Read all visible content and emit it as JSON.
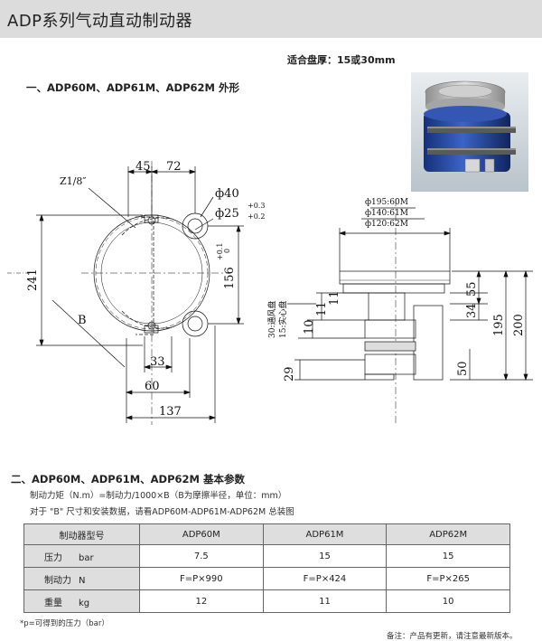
{
  "header": {
    "title": "ADP系列气动直动制动器"
  },
  "disc_thickness": "适合盘厚：15或30mm",
  "section1_title": "一、ADP60M、ADP61M、ADP62M 外形",
  "drawing_labels": {
    "d45": "45",
    "d72": "72",
    "z": "Z1/8″",
    "phi40": "ф40",
    "phi25": "ф25",
    "tol_up": "+0.3",
    "tol_dn": "+0.2",
    "d156": "156",
    "tol156_up": "+0.1",
    "tol156_dn": "0",
    "d241": "241",
    "b": "B",
    "d33": "33",
    "d60": "60",
    "d137": "137",
    "phi195": "ф195:60M",
    "phi140": "ф140:61M",
    "phi120": "ф120:62M",
    "d30": "30:通风盘",
    "d15": "15:实心盘",
    "d11": "11",
    "d10": "10",
    "d29": "29",
    "d55": "55",
    "d34": "34",
    "d195": "195",
    "d200": "200",
    "d50": "50"
  },
  "section2_title": "二、ADP60M、ADP61M、ADP62M 基本参数",
  "notes": [
    "制动力矩（N.m）=制动力/1000×B（B为摩擦半径，单位：mm）",
    "对于 \"B\" 尺寸和安装数据，请看ADP60M-ADP61M-ADP62M 总装图"
  ],
  "table": {
    "headers": [
      "制动器型号",
      "ADP60M",
      "ADP61M",
      "ADP62M"
    ],
    "rows": [
      {
        "label": "压力",
        "unit": "bar",
        "values": [
          "7.5",
          "15",
          "15"
        ]
      },
      {
        "label": "制动力",
        "unit": "N",
        "values": [
          "F=P×990",
          "F=P×424",
          "F=P×265"
        ]
      },
      {
        "label": "重量",
        "unit": "kg",
        "values": [
          "12",
          "11",
          "10"
        ]
      }
    ]
  },
  "footnote": "*p=可得到的压力（bar）",
  "footer_right": "备注：产品有更新，请注意最新版本。"
}
